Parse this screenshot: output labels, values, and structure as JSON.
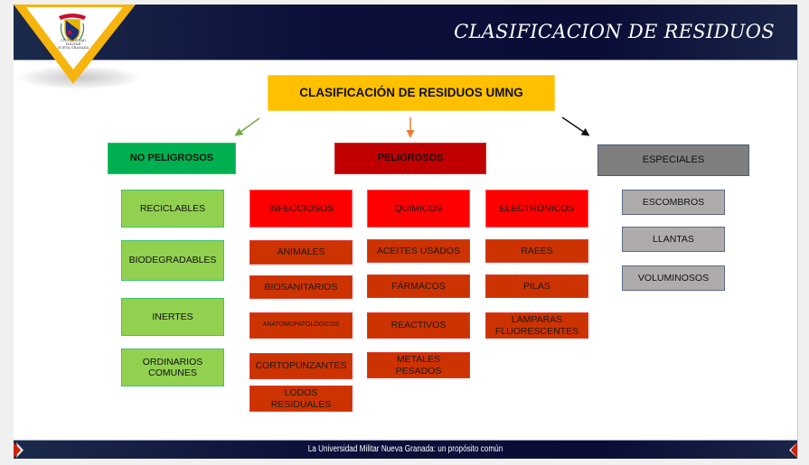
{
  "header": {
    "title": "CLASIFICACION DE RESIDUOS",
    "logo_text_line1": "UNIVERSIDAD MILITAR",
    "logo_text_line2": "NUEVA GRANADA"
  },
  "diagram": {
    "root": "CLASIFICACIÓN DE RESIDUOS UMNG",
    "categories": {
      "no_peligrosos": {
        "label": "NO PELIGROSOS",
        "color": "#00b050",
        "items": [
          "RECICLABLES",
          "BIODEGRADABLES",
          "INERTES",
          "ORDINARIOS COMUNES"
        ]
      },
      "peligrosos": {
        "label": "PELIGROSOS",
        "color": "#c00000",
        "groups": [
          {
            "label": "INFECCIOSOS",
            "items": [
              "ANIMALES",
              "BIOSANITARIOS",
              "ANATOMOPATOLÓGICOS",
              "CORTOPUNZANTES",
              "LODOS RESIDUALES"
            ]
          },
          {
            "label": "QUÍMICOS",
            "items": [
              "ACEITES USADOS",
              "FÁRMACOS",
              "REACTIVOS",
              "METALES PESADOS"
            ]
          },
          {
            "label": "ELECTRÓNICOS",
            "items": [
              "RAEES",
              "PILAS",
              "LAMPARAS FLUORESCENTES"
            ]
          }
        ]
      },
      "especiales": {
        "label": "ESPECIALES",
        "color": "#7f7f7f",
        "items": [
          "ESCOMBROS",
          "LLANTAS",
          "VOLUMINOSOS"
        ]
      }
    },
    "arrow_colors": {
      "no_peligrosos": "#70ad47",
      "peligrosos": "#ed7d31",
      "especiales": "#000000"
    }
  },
  "footer": {
    "text": "La Universidad Militar Nueva Granada: un propósito común"
  }
}
